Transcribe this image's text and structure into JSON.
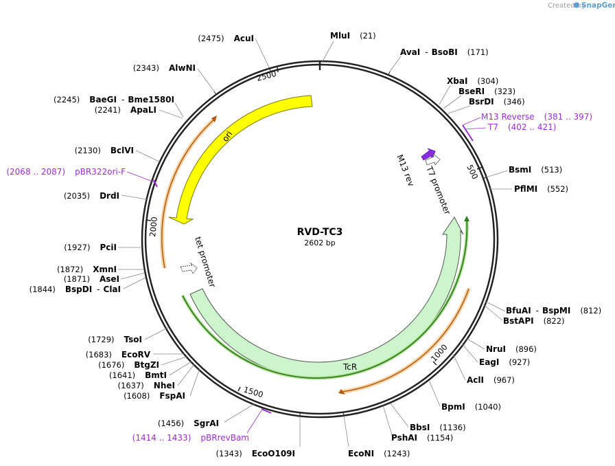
{
  "brand": {
    "prefix": "Created by",
    "name": "SnapGene"
  },
  "plasmid": {
    "name": "RVD-TC3",
    "size_label": "2602 bp",
    "length": 2602
  },
  "ticks": [
    "500",
    "1000",
    "1500",
    "2000",
    "2500"
  ],
  "sites": [
    {
      "name": "MluI",
      "pos": "(21)"
    },
    {
      "name": "AvaI",
      "name2": "BsoBI",
      "pos": "(171)"
    },
    {
      "name": "XbaI",
      "pos": "(304)"
    },
    {
      "name": "BseRI",
      "pos": "(323)"
    },
    {
      "name": "BsrDI",
      "pos": "(346)"
    },
    {
      "name": "BsmI",
      "pos": "(513)"
    },
    {
      "name": "PflMI",
      "pos": "(552)"
    },
    {
      "name": "BfuAI",
      "name2": "BspMI",
      "pos": "(812)"
    },
    {
      "name": "BstAPI",
      "pos": "(822)"
    },
    {
      "name": "NruI",
      "pos": "(896)"
    },
    {
      "name": "EagI",
      "pos": "(927)"
    },
    {
      "name": "AclI",
      "pos": "(967)"
    },
    {
      "name": "BpmI",
      "pos": "(1040)"
    },
    {
      "name": "BbsI",
      "pos": "(1136)"
    },
    {
      "name": "PshAI",
      "pos": "(1154)"
    },
    {
      "name": "EcoNI",
      "pos": "(1243)"
    },
    {
      "name": "EcoO109I",
      "pos": "(1343)"
    },
    {
      "name": "SgrAI",
      "pos": "(1456)"
    },
    {
      "name": "FspAI",
      "pos": "(1608)"
    },
    {
      "name": "NheI",
      "pos": "(1637)"
    },
    {
      "name": "BmtI",
      "pos": "(1641)"
    },
    {
      "name": "BtgZI",
      "pos": "(1676)"
    },
    {
      "name": "EcoRV",
      "pos": "(1683)"
    },
    {
      "name": "TsoI",
      "pos": "(1729)"
    },
    {
      "name": "BspDI",
      "name2": "ClaI",
      "pos": "(1844)"
    },
    {
      "name": "AseI",
      "pos": "(1871)"
    },
    {
      "name": "XmnI",
      "pos": "(1872)"
    },
    {
      "name": "PciI",
      "pos": "(1927)"
    },
    {
      "name": "DrdI",
      "pos": "(2035)"
    },
    {
      "name": "BclVI",
      "pos": "(2130)"
    },
    {
      "name": "ApaLI",
      "pos": "(2241)"
    },
    {
      "name": "BaeGI",
      "name2": "Bme1580I",
      "pos": "(2245)"
    },
    {
      "name": "AlwNI",
      "pos": "(2343)"
    },
    {
      "name": "AcuI",
      "pos": "(2475)"
    }
  ],
  "primers": [
    {
      "name": "M13 Reverse",
      "range": "(381 .. 397)"
    },
    {
      "name": "T7",
      "range": "(402 .. 421)"
    },
    {
      "name": "pBR322ori-F",
      "range": "(2068 .. 2087)"
    },
    {
      "name": "pBRrevBam",
      "range": "(1414 .. 1433)"
    }
  ],
  "features": {
    "ori": "ori",
    "tcr": "TcR",
    "tet_promoter": "tet promoter",
    "t7_promoter": "T7 promoter",
    "m13_rev": "M13 rev"
  },
  "colors": {
    "backbone": "#222222",
    "ori": "#ffff00",
    "tcr": "#ccf5cc",
    "orf_line": "#2e7d1e",
    "orf_glow": "#b6e39a",
    "primer_bind": "#e88a2a",
    "primer_glow": "#f6d3a4",
    "primer_text": "#9b2fd0",
    "m13_feature": "#8a2be2"
  }
}
